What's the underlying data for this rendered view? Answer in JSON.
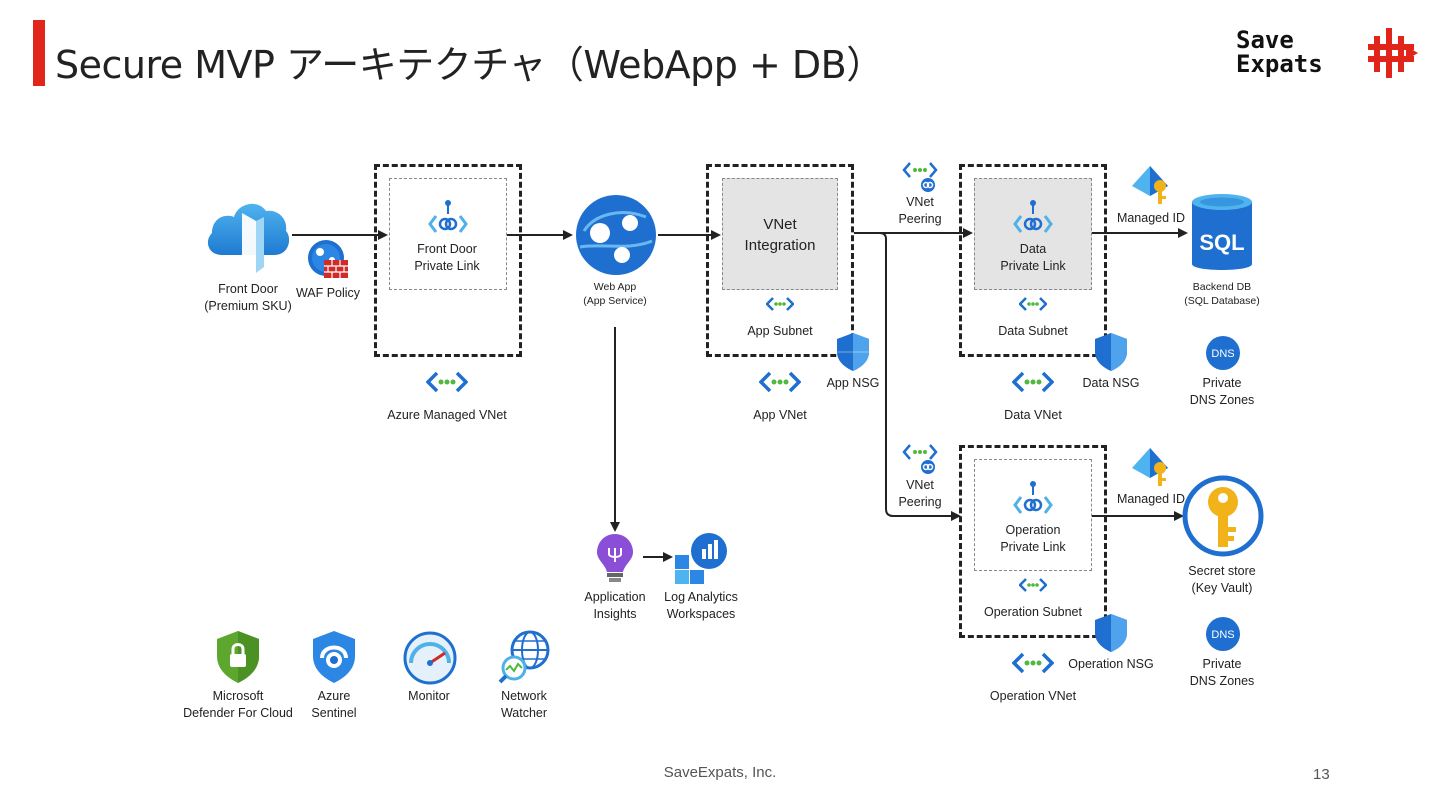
{
  "slide": {
    "title": "Secure MVP アーキテクチャ（WebApp + DB）",
    "footer": "SaveExpats, Inc.",
    "page_number": "13",
    "accent_color": "#e1251b"
  },
  "logo": {
    "line1": "Save",
    "line2": "Expats"
  },
  "diagram": {
    "front_door": {
      "line1": "Front Door",
      "line2": "(Premium SKU)",
      "icon": "front-door-icon"
    },
    "waf_policy": {
      "label": "WAF Policy",
      "icon": "waf-policy-icon"
    },
    "fd_private_link": {
      "line1": "Front Door",
      "line2": "Private Link"
    },
    "azure_managed_vnet": {
      "label": "Azure Managed VNet"
    },
    "web_app": {
      "line1": "Web App",
      "line2": "(App Service)",
      "icon": "web-app-icon"
    },
    "vnet_integration": {
      "line1": "VNet",
      "line2": "Integration"
    },
    "app_subnet": {
      "label": "App Subnet"
    },
    "app_nsg": {
      "label": "App NSG"
    },
    "app_vnet": {
      "label": "App VNet"
    },
    "peering_data": {
      "line1": "VNet",
      "line2": "Peering"
    },
    "data_private_link": {
      "line1": "Data",
      "line2": "Private Link"
    },
    "data_subnet": {
      "label": "Data Subnet"
    },
    "data_nsg": {
      "label": "Data NSG"
    },
    "data_vnet": {
      "label": "Data VNet"
    },
    "managed_id_db": {
      "label": "Managed ID"
    },
    "backend_db": {
      "line1": "Backend DB",
      "line2": "(SQL Database)",
      "icon_text": "SQL"
    },
    "private_dns_data": {
      "line1": "Private",
      "line2": "DNS Zones",
      "icon_text": "DNS"
    },
    "peering_ops": {
      "line1": "VNet",
      "line2": "Peering"
    },
    "ops_private_link": {
      "line1": "Operation",
      "line2": "Private Link"
    },
    "ops_subnet": {
      "label": "Operation Subnet"
    },
    "ops_nsg": {
      "label": "Operation NSG"
    },
    "ops_vnet": {
      "label": "Operation VNet"
    },
    "managed_id_kv": {
      "label": "Managed ID"
    },
    "key_vault": {
      "line1": "Secret store",
      "line2": "(Key Vault)"
    },
    "private_dns_ops": {
      "line1": "Private",
      "line2": "DNS Zones",
      "icon_text": "DNS"
    },
    "app_insights": {
      "line1": "Application",
      "line2": "Insights"
    },
    "log_analytics": {
      "line1": "Log Analytics",
      "line2": "Workspaces"
    },
    "defender": {
      "line1": "Microsoft",
      "line2": "Defender For Cloud"
    },
    "sentinel": {
      "line1": "Azure",
      "line2": "Sentinel"
    },
    "monitor": {
      "label": "Monitor"
    },
    "network_watcher": {
      "line1": "Network",
      "line2": "Watcher"
    }
  }
}
